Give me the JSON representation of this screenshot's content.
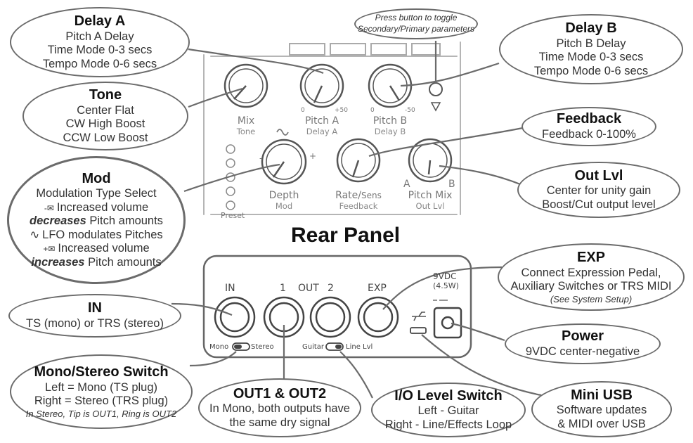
{
  "note": {
    "line1": "Press button to toggle",
    "line2": "Secondary/Primary parameters"
  },
  "bubbles": {
    "delay_a": {
      "title": "Delay A",
      "lines": [
        "Pitch A Delay",
        "Time Mode 0-3 secs",
        "Tempo Mode 0-6 secs"
      ]
    },
    "delay_b": {
      "title": "Delay B",
      "lines": [
        "Pitch B Delay",
        "Time Mode 0-3 secs",
        "Tempo Mode 0-6 secs"
      ]
    },
    "tone": {
      "title": "Tone",
      "lines": [
        "Center Flat",
        "CW High Boost",
        "CCW Low Boost"
      ]
    },
    "feedback": {
      "title": "Feedback",
      "lines": [
        "Feedback 0-100%"
      ]
    },
    "mod": {
      "title": "Mod",
      "line1": "Modulation Type Select",
      "line2": "Increased volume",
      "line3_em": "decreases",
      "line3_rest": " Pitch amounts",
      "line4": "LFO modulates Pitches",
      "line5": "Increased volume",
      "line6_em": "increases",
      "line6_rest": " Pitch amounts"
    },
    "out_lvl": {
      "title": "Out Lvl",
      "lines": [
        "Center for unity gain",
        "Boost/Cut output level"
      ]
    },
    "exp": {
      "title": "EXP",
      "lines": [
        "Connect Expression Pedal,",
        "Auxiliary Switches or TRS MIDI"
      ],
      "note": "(See System Setup)"
    },
    "in": {
      "title": "IN",
      "lines": [
        "TS (mono) or TRS (stereo)"
      ]
    },
    "power": {
      "title": "Power",
      "lines": [
        "9VDC center-negative"
      ]
    },
    "mono_stereo": {
      "title": "Mono/Stereo Switch",
      "lines": [
        "Left = Mono (TS plug)",
        "Right = Stereo (TRS plug)"
      ],
      "note": "In Stereo, Tip is OUT1, Ring is OUT2"
    },
    "out12": {
      "title": "OUT1 & OUT2",
      "lines": [
        "In Mono, both outputs have",
        "the same dry signal"
      ]
    },
    "io_level": {
      "title": "I/O Level Switch",
      "lines": [
        "Left - Guitar",
        "Right - Line/Effects Loop"
      ]
    },
    "mini_usb": {
      "title": "Mini USB",
      "lines": [
        "Software updates",
        "& MIDI over USB"
      ]
    }
  },
  "rear_panel_title": "Rear Panel",
  "front_panel": {
    "knobs": [
      {
        "main": "Mix",
        "sub": "Tone"
      },
      {
        "main": "Pitch A",
        "sub": "Delay A",
        "min": "0",
        "max": "+50"
      },
      {
        "main": "Pitch B",
        "sub": "Delay B",
        "min": "0",
        "max": "-50"
      },
      {
        "main": "Depth",
        "sub": "Mod"
      },
      {
        "main": "Rate/",
        "main2": "Sens",
        "sub": "Feedback"
      },
      {
        "main": "Pitch Mix",
        "sub": "Out Lvl",
        "left": "A",
        "right": "B"
      }
    ],
    "preset_label": "Preset",
    "depth_minus": "-",
    "depth_plus": "+"
  },
  "rear_panel": {
    "in_label": "IN",
    "out_label": "OUT",
    "out1": "1",
    "out2": "2",
    "exp_label": "EXP",
    "power_label": "9VDC",
    "power_sub": "(4.5W)",
    "mono_label": "Mono",
    "stereo_label": "Stereo",
    "guitar_label": "Guitar",
    "line_label": "Line Lvl"
  }
}
